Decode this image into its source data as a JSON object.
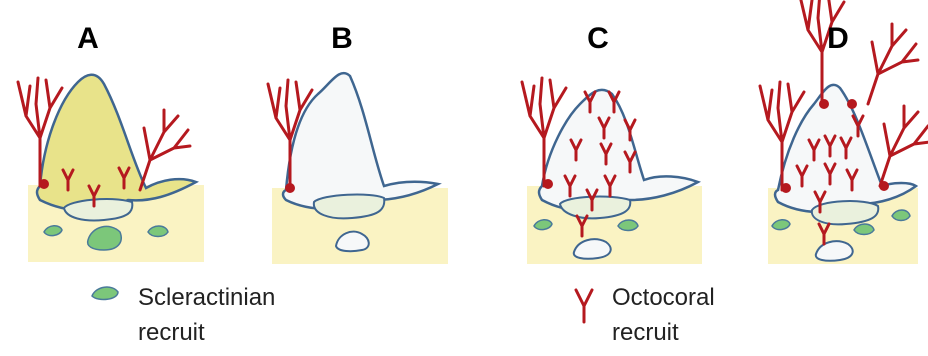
{
  "panels": [
    {
      "label": "A"
    },
    {
      "label": "B"
    },
    {
      "label": "C"
    },
    {
      "label": "D"
    }
  ],
  "legend": {
    "scleractinian": {
      "line1": "Scleractinian",
      "line2": "recruit"
    },
    "octocoral": {
      "line1": "Octocoral",
      "line2": "recruit"
    }
  },
  "colors": {
    "octocoral": "#b5191f",
    "outline": "#3f6690",
    "substrate": "#faf3c3",
    "live_coral": "#e8e38a",
    "dead_coral": "#f6f8f9",
    "scleractinian_recruit": "#7cc77a",
    "scleractinian_outline": "#4a7a9a",
    "rubble": "#eaf1dd"
  }
}
